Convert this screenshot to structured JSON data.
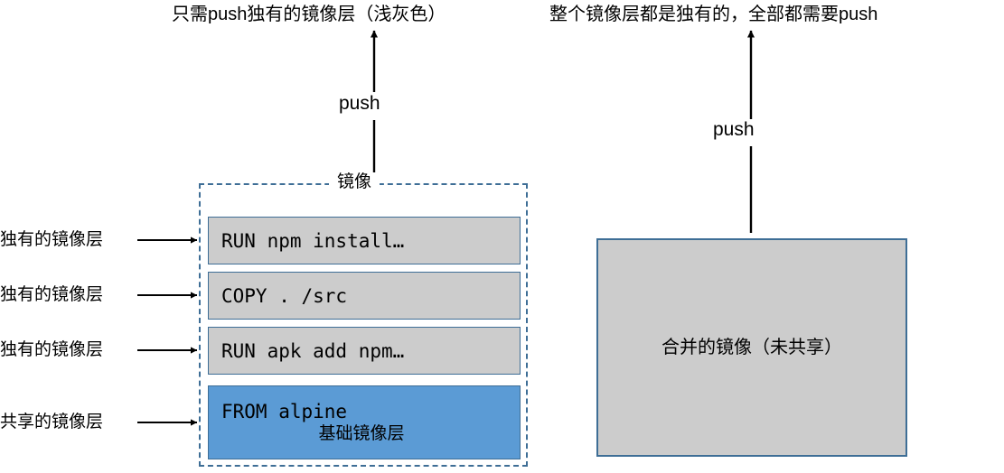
{
  "diagram": {
    "left_panel": {
      "caption": "只需push独有的镜像层（浅灰色）",
      "push_label": "push",
      "group_title": "镜像",
      "layers": [
        {
          "code": "RUN npm install…",
          "sub": "",
          "fill": "#CCCCCC",
          "side_label": "独有的镜像层"
        },
        {
          "code": "COPY . /src",
          "sub": "",
          "fill": "#CCCCCC",
          "side_label": "独有的镜像层"
        },
        {
          "code": "RUN apk add npm…",
          "sub": "",
          "fill": "#CCCCCC",
          "side_label": "独有的镜像层"
        },
        {
          "code": "FROM alpine",
          "sub": "基础镜像层",
          "fill": "#5B9BD5",
          "side_label": "共享的镜像层"
        }
      ]
    },
    "right_panel": {
      "caption": "整个镜像层都是独有的，全部都需要push",
      "push_label": "push",
      "merged_box_text": "合并的镜像（未共享）"
    },
    "colors": {
      "unique_layer_fill": "#CCCCCC",
      "base_layer_fill": "#5B9BD5",
      "box_border": "#3E6E96",
      "arrow": "#000000",
      "background": "#FFFFFF"
    }
  }
}
